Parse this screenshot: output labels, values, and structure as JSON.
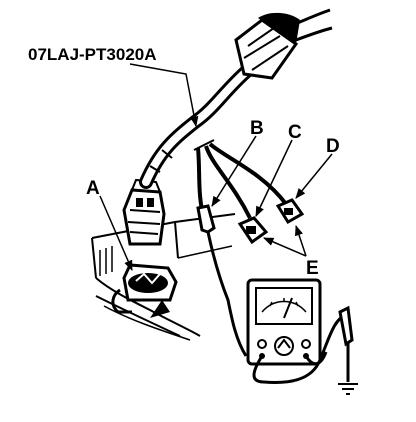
{
  "labels": {
    "tool": "07LAJ-PT3020A",
    "a": "A",
    "b": "B",
    "c": "C",
    "d": "D",
    "e": "E"
  },
  "colors": {
    "ink": "#000000",
    "paper": "#ffffff"
  }
}
